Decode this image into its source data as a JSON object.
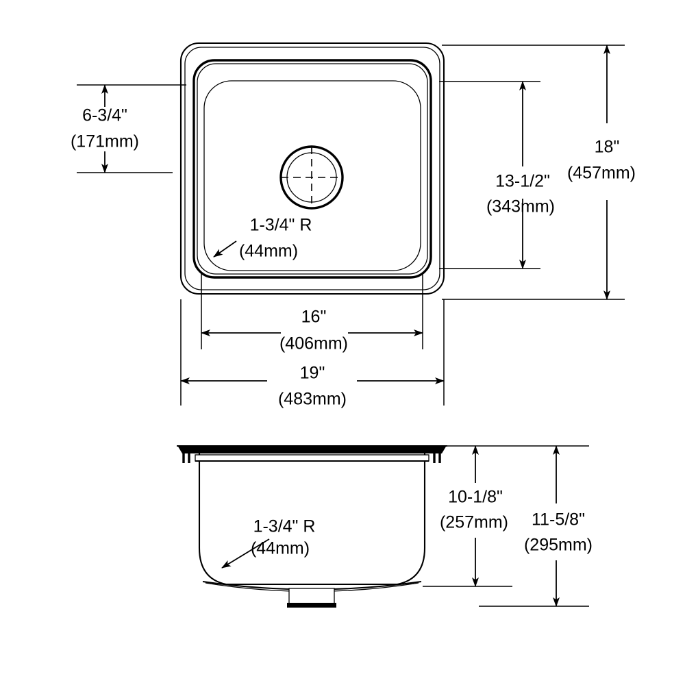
{
  "drawing": {
    "title": "Sink Specification Drawing",
    "background_color": "#ffffff",
    "line_color": "#000000",
    "views": {
      "top": {
        "label": "top-view"
      },
      "section": {
        "label": "section-view"
      }
    }
  },
  "dimensions": {
    "top_view": {
      "left_offset": {
        "imperial": "6-3/4\"",
        "metric": "(171mm)"
      },
      "inner_height": {
        "imperial": "13-1/2\"",
        "metric": "(343mm)"
      },
      "outer_height": {
        "imperial": "18\"",
        "metric": "(457mm)"
      },
      "inner_width": {
        "imperial": "16\"",
        "metric": "(406mm)"
      },
      "outer_width": {
        "imperial": "19\"",
        "metric": "(483mm)"
      },
      "corner_radius": {
        "imperial": "1-3/4\" R",
        "metric": "(44mm)"
      }
    },
    "section_view": {
      "corner_radius": {
        "imperial": "1-3/4\" R",
        "metric": "(44mm)"
      },
      "bowl_depth": {
        "imperial": "10-1/8\"",
        "metric": "(257mm)"
      },
      "overall_depth": {
        "imperial": "11-5/8\"",
        "metric": "(295mm)"
      }
    }
  }
}
